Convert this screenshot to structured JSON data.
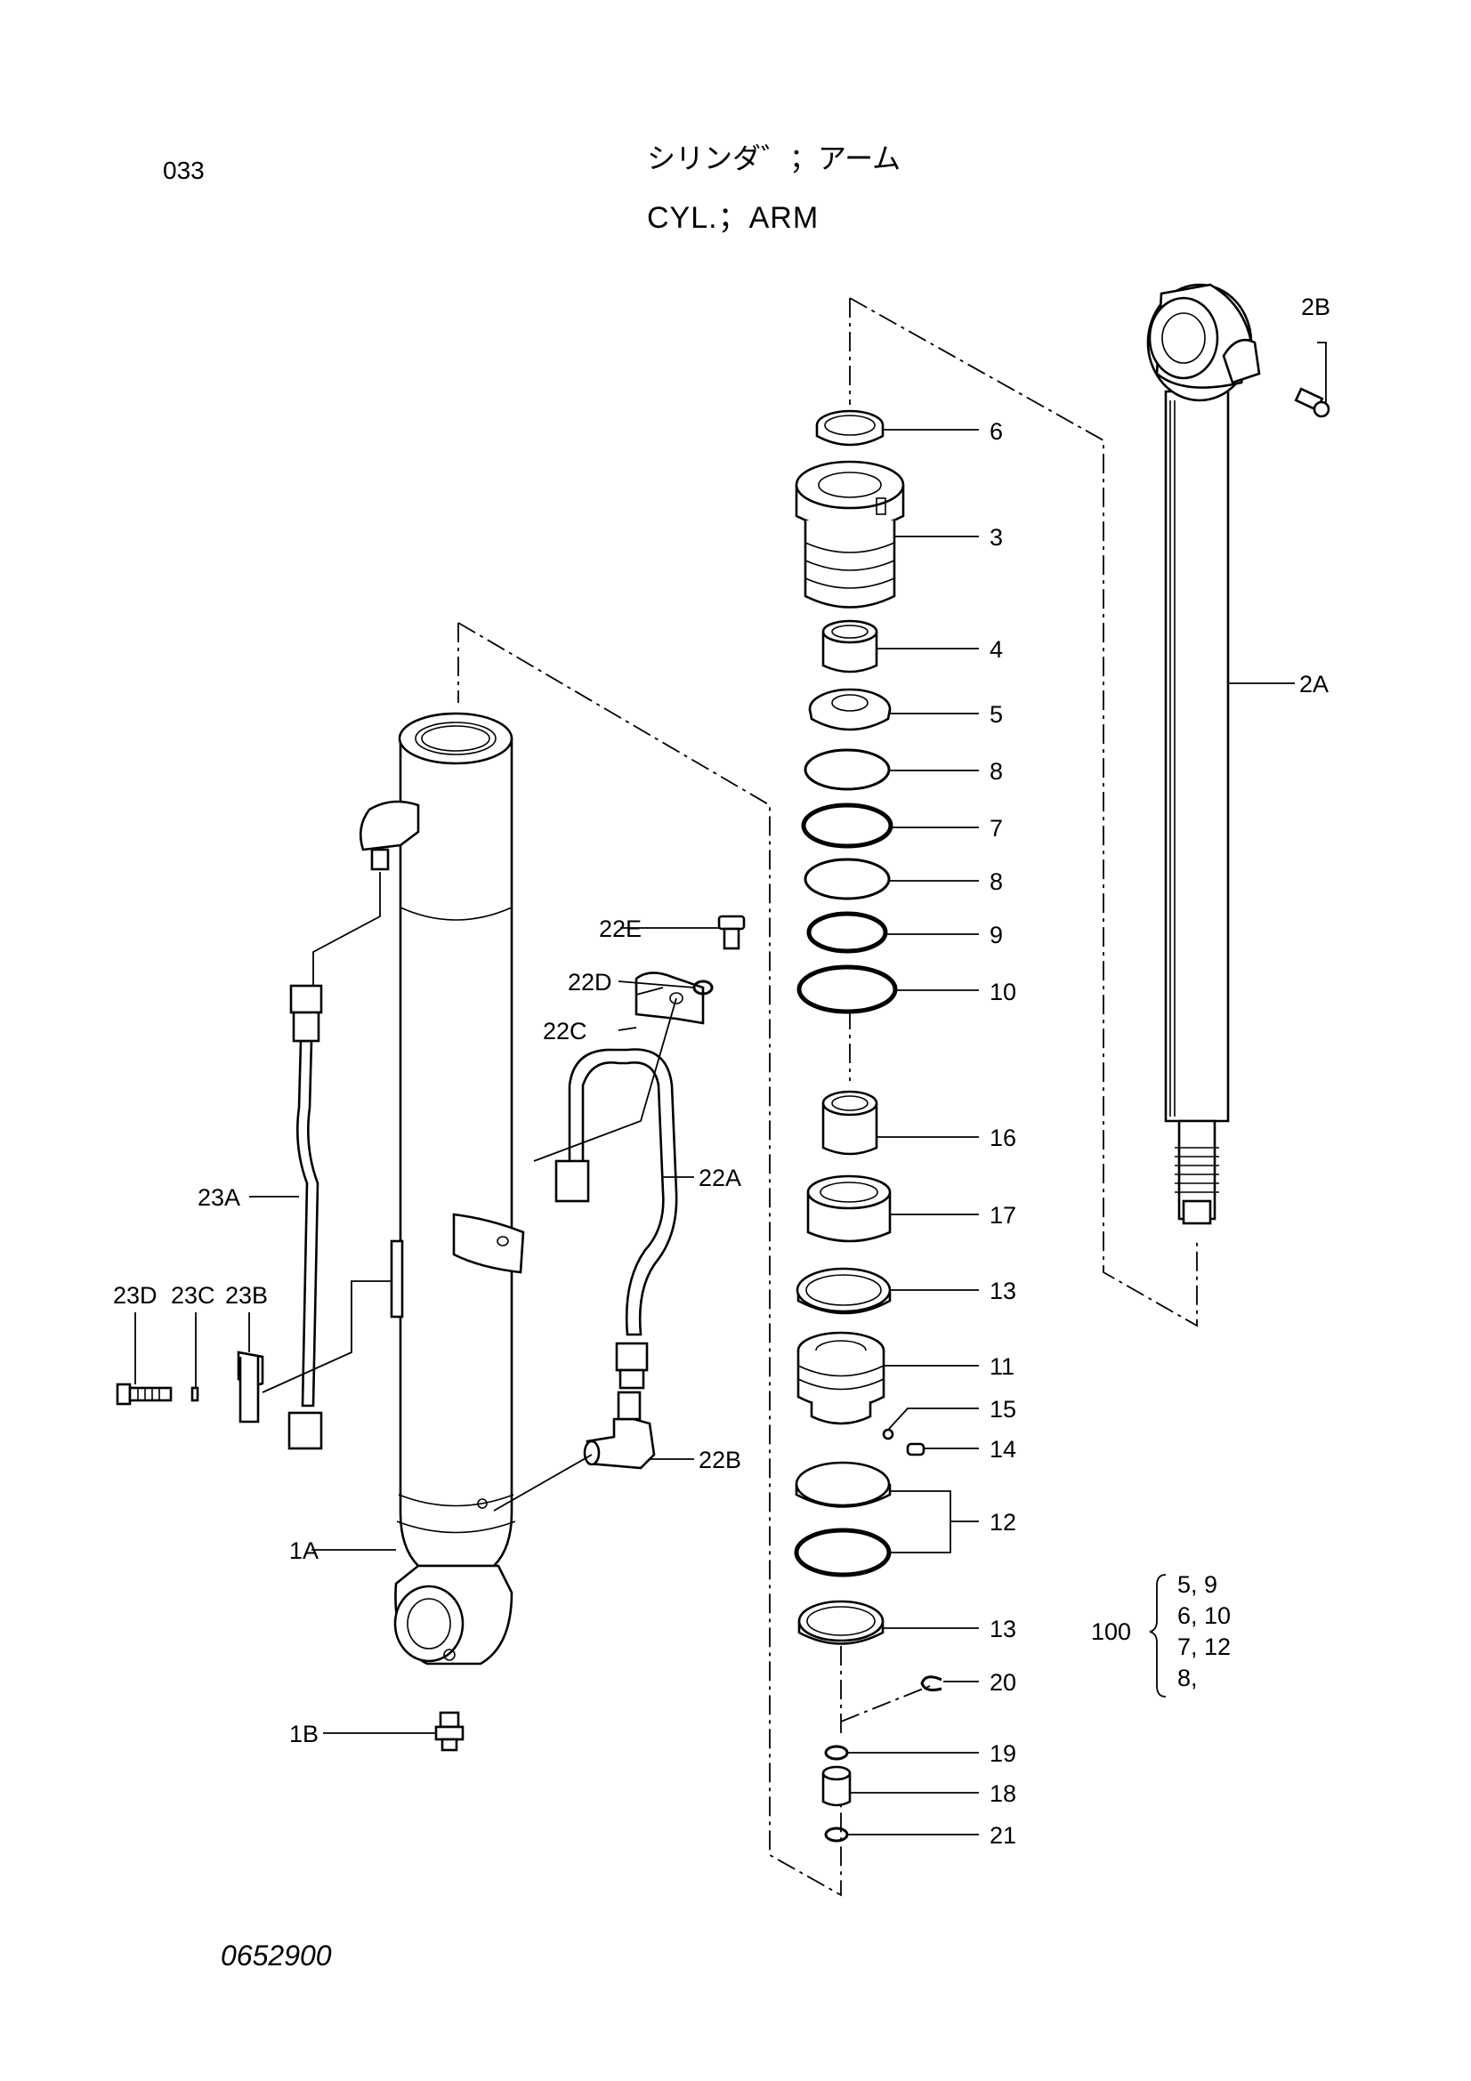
{
  "header": {
    "page_number": "033",
    "title_jp": "シリンダ゛；アーム",
    "title_en": "CYL.；ARM"
  },
  "footer": {
    "drawing_number": "0652900"
  },
  "callouts": {
    "c1A": "1A",
    "c1B": "1B",
    "c2A": "2A",
    "c2B": "2B",
    "c3": "3",
    "c4": "4",
    "c5": "5",
    "c6": "6",
    "c7": "7",
    "c8a": "8",
    "c8b": "8",
    "c9": "9",
    "c10": "10",
    "c11": "11",
    "c12": "12",
    "c13a": "13",
    "c13b": "13",
    "c14": "14",
    "c15": "15",
    "c16": "16",
    "c17": "17",
    "c18": "18",
    "c19": "19",
    "c20": "20",
    "c21": "21",
    "c22A": "22A",
    "c22B": "22B",
    "c22C": "22C",
    "c22D": "22D",
    "c22E": "22E",
    "c23A": "23A",
    "c23B": "23B",
    "c23C": "23C",
    "c23D": "23D"
  },
  "kit": {
    "number": "100",
    "rows": [
      "5,  9",
      "6,  10",
      "7,  12",
      "8,"
    ]
  }
}
